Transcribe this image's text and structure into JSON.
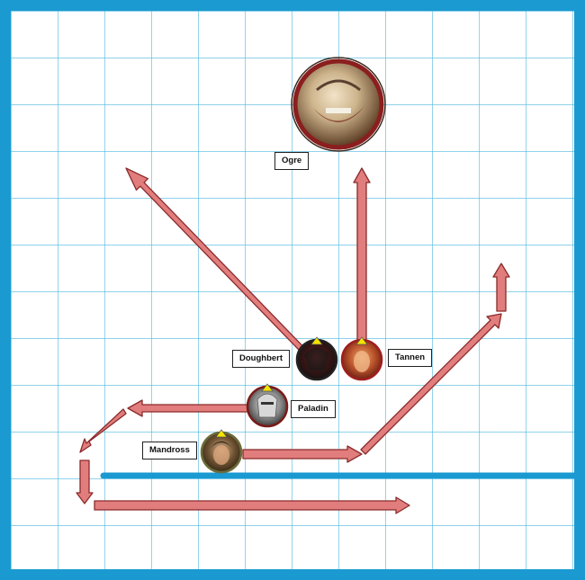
{
  "board": {
    "frame_color": "#1a9ad1",
    "grid_color": "#4cb6de",
    "wall_color": "#1a9ad1",
    "arrow_fill": "#e27d7d",
    "arrow_stroke": "#8a2b2b",
    "facing_marker_color": "#f5e400"
  },
  "tokens": {
    "ogre": {
      "name": "Ogre",
      "icon": "ogre-portrait",
      "ring_color": "#8b1e1e"
    },
    "doughbert": {
      "name": "Doughbert",
      "icon": "dark-hooded-portrait",
      "ring_color": "#222222"
    },
    "tannen": {
      "name": "Tannen",
      "icon": "red-haired-warrior-portrait",
      "ring_color": "#a01e1e"
    },
    "paladin": {
      "name": "Paladin",
      "icon": "helmeted-knight-portrait",
      "ring_color": "#7a1a1a"
    },
    "mandross": {
      "name": "Mandross",
      "icon": "dark-haired-man-portrait",
      "ring_color": "#6b6b3a"
    }
  }
}
